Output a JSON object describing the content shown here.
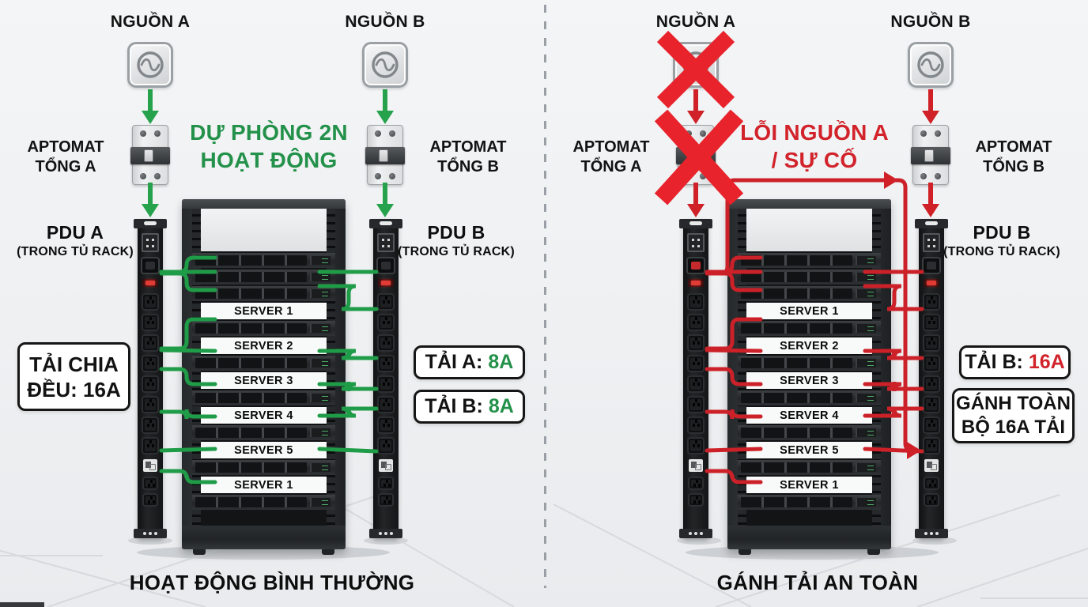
{
  "colors": {
    "green_arrow": "#27a24c",
    "green_cable": "#1f9c47",
    "green_text": "#24914a",
    "red_arrow": "#cf2127",
    "red_cable": "#cc2128",
    "red_text": "#d2232b",
    "red_x": "#e8232b",
    "background": "#eef0f2",
    "rack_dark": "#26292c",
    "pdu_dark": "#141517"
  },
  "panels": [
    {
      "name": "normal-operation",
      "accent": "#27a24c",
      "cable_color": "#1f9c47",
      "text_color": "#24914a",
      "source_a": "NGUỒN A",
      "source_b": "NGUỒN B",
      "breaker_a_line1": "APTOMAT",
      "breaker_a_line2": "TỔNG A",
      "breaker_b_line1": "APTOMAT",
      "breaker_b_line2": "TỔNG B",
      "message_line1": "DỰ PHÒNG 2N",
      "message_line2": "HOẠT ĐỘNG",
      "pdu_a_line1": "PDU A",
      "pdu_a_line2": "(TRONG TỦ RACK)",
      "pdu_b_line1": "PDU B",
      "pdu_b_line2": "(TRONG TỦ RACK)",
      "left_box_line1": "TẢI CHIA",
      "left_box_line2": "ĐỀU: 16A",
      "load_boxes": [
        {
          "prefix": "TẢI A:",
          "value": "8A",
          "value_color": "#24914a"
        },
        {
          "prefix": "TẢI B:",
          "value": "8A",
          "value_color": "#24914a"
        }
      ],
      "servers": [
        "SERVER 1",
        "SERVER 2",
        "SERVER 3",
        "SERVER 4",
        "SERVER 5",
        "SERVER 1"
      ],
      "caption": "HOẠT ĐỘNG BÌNH THƯỜNG",
      "failed_source": "",
      "overhead_path": false,
      "pdu_a_switch_alert": false
    },
    {
      "name": "failover-safe-load",
      "accent": "#cf2127",
      "cable_color": "#cc2128",
      "text_color": "#d2232b",
      "x_color": "#e8232b",
      "source_a": "NGUỒN A",
      "source_b": "NGUỒN B",
      "breaker_a_line1": "APTOMAT",
      "breaker_a_line2": "TỔNG A",
      "breaker_b_line1": "APTOMAT",
      "breaker_b_line2": "TỔNG B",
      "message_line1": "LỖI NGUỒN A",
      "message_line2": "/ SỰ CỐ",
      "pdu_b_line1": "PDU B",
      "pdu_b_line2": "(TRONG TỦ RACK)",
      "load_boxes": [
        {
          "prefix": "TẢI B:",
          "value": "16A",
          "value_color": "#d2232b"
        }
      ],
      "big_box_line1": "GÁNH TOÀN",
      "big_box_line2": "BỘ 16A TẢI",
      "servers": [
        "SERVER 1",
        "SERVER 2",
        "SERVER 3",
        "SERVER 4",
        "SERVER 5",
        "SERVER 1"
      ],
      "caption": "GÁNH TẢI AN TOÀN",
      "failed_source": "A",
      "overhead_path": true,
      "pdu_a_switch_alert": true
    }
  ]
}
